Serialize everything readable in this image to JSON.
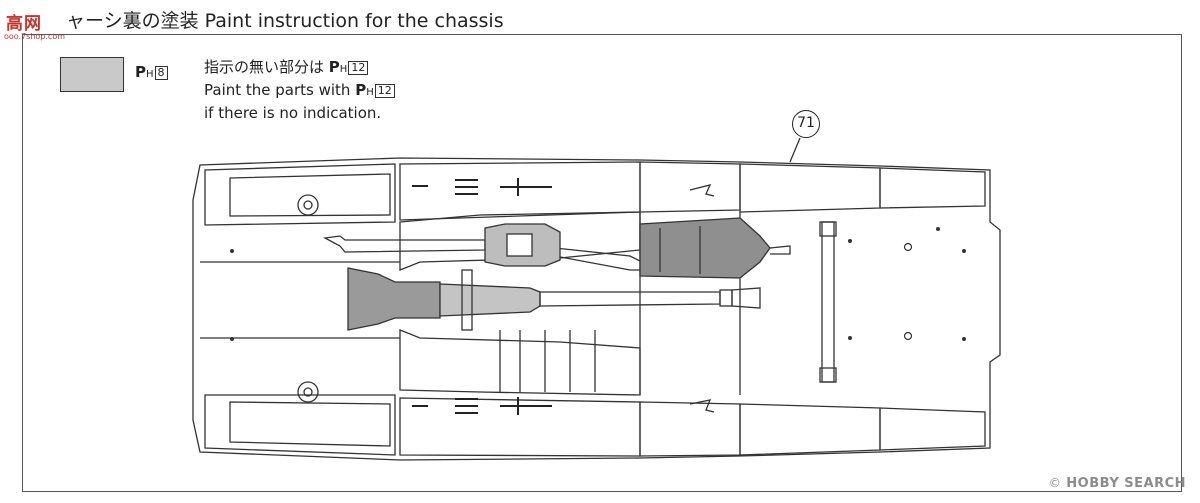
{
  "watermark": {
    "main": "高网",
    "sub": "ooo.7shop.com"
  },
  "title": "ャーシ裏の塗装 Paint instruction for the chassis",
  "legend": {
    "swatch_color": "#c9c9c9",
    "paint_prefix": "P",
    "paint_sub": "H",
    "paint_number": "8"
  },
  "instruction": {
    "line1_text": "指示の無い部分は",
    "line2_text": "Paint the parts with",
    "line3_text": "if there is no indication.",
    "paint_prefix": "P",
    "paint_sub": "H",
    "paint_number": "12"
  },
  "part_number": "71",
  "hobbysearch": {
    "copyright": "©",
    "label": "HOBBY SEARCH"
  }
}
